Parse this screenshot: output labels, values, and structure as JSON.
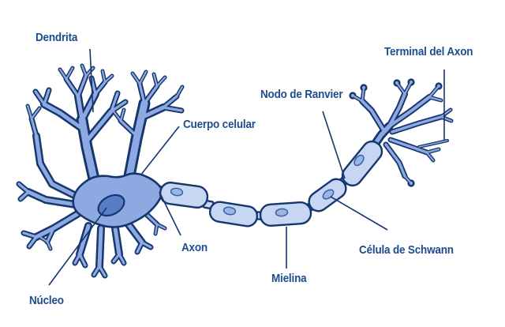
{
  "diagram": {
    "type": "neuron-anatomy",
    "labels": {
      "dendrite": "Dendrita",
      "cell_body": "Cuerpo celular",
      "node_of_ranvier": "Nodo de Ranvier",
      "axon_terminal": "Terminal del Axon",
      "axon": "Axon",
      "myelin": "Mielina",
      "schwann_cell": "Célula de Schwann",
      "nucleus": "Núcleo"
    },
    "colors": {
      "outline": "#16366e",
      "soma_fill": "#8ea9e1",
      "hillock_fill": "#7e9ad8",
      "nucleus_fill": "#5a7cc6",
      "myelin_fill": "#c6d6f3",
      "myelin_nucleus_fill": "#9cb5e4",
      "myelin_nucleus_stroke": "#3a5fa8",
      "label_text": "#1e4c8c",
      "background": "#ffffff"
    }
  }
}
